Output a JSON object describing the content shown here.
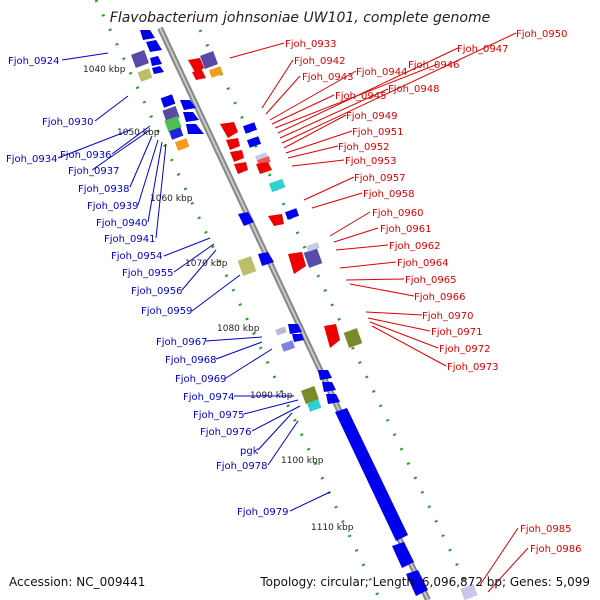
{
  "title": "Flavobacterium johnsoniae UW101, complete genome",
  "footer": {
    "accession": "Accession: NC_009441",
    "topology": "Topology: circular; Length: 6,096,872 bp; Genes: 5,099"
  },
  "colors": {
    "forward_gene": "#0000ff",
    "reverse_gene": "#ff0000",
    "forward_label": "#0000cc",
    "reverse_label": "#dd0000",
    "backbone": "#999999",
    "tick": "#2a9d2a"
  },
  "scale_labels": [
    "1040 kbp",
    "1050 kbp",
    "1060 kbp",
    "1070 kbp",
    "1080 kbp",
    "1090 kbp",
    "1100 kbp",
    "1110 kbp"
  ],
  "left_labels": [
    "Fjoh_0924",
    "Fjoh_0930",
    "Fjoh_0934",
    "Fjoh_0936",
    "Fjoh_0937",
    "Fjoh_0938",
    "Fjoh_0939",
    "Fjoh_0940",
    "Fjoh_0941",
    "Fjoh_0954",
    "Fjoh_0955",
    "Fjoh_0956",
    "Fjoh_0959",
    "Fjoh_0967",
    "Fjoh_0968",
    "Fjoh_0969",
    "Fjoh_0974",
    "Fjoh_0975",
    "Fjoh_0976",
    "pgk",
    "Fjoh_0978",
    "Fjoh_0979"
  ],
  "right_labels": [
    "Fjoh_0933",
    "Fjoh_0942",
    "Fjoh_0943",
    "Fjoh_0944",
    "Fjoh_0945",
    "Fjoh_0946",
    "Fjoh_0947",
    "Fjoh_0948",
    "Fjoh_0950",
    "Fjoh_0949",
    "Fjoh_0951",
    "Fjoh_0952",
    "Fjoh_0953",
    "Fjoh_0957",
    "Fjoh_0958",
    "Fjoh_0960",
    "Fjoh_0961",
    "Fjoh_0962",
    "Fjoh_0964",
    "Fjoh_0965",
    "Fjoh_0966",
    "Fjoh_0970",
    "Fjoh_0971",
    "Fjoh_0972",
    "Fjoh_0973",
    "Fjoh_0985",
    "Fjoh_0986"
  ]
}
